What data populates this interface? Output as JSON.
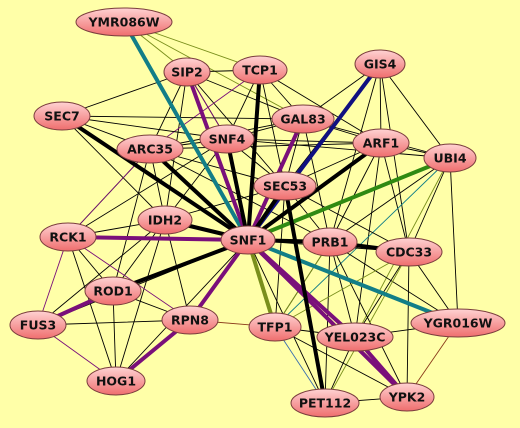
{
  "colors": {
    "background": "#ffffa8",
    "node_fill_light": "#ffd2d2",
    "node_fill_dark": "#ef6e6e",
    "node_stroke": "#7a3d3d",
    "edge_black": "#000000",
    "edge_purple": "#7a0f7a",
    "edge_teal": "#127e87",
    "edge_green": "#2f8a12",
    "edge_olive": "#7a8f1c",
    "edge_navy": "#101080",
    "edge_blue": "#3a6fb0",
    "edge_brown": "#8a3a1a"
  },
  "nodes": [
    {
      "id": "YMR086W",
      "label": "YMR086W"
    },
    {
      "id": "SIP2",
      "label": "SIP2"
    },
    {
      "id": "TCP1",
      "label": "TCP1"
    },
    {
      "id": "GIS4",
      "label": "GIS4"
    },
    {
      "id": "SEC7",
      "label": "SEC7"
    },
    {
      "id": "GAL83",
      "label": "GAL83"
    },
    {
      "id": "SNF4",
      "label": "SNF4"
    },
    {
      "id": "ARF1",
      "label": "ARF1"
    },
    {
      "id": "ARC35",
      "label": "ARC35"
    },
    {
      "id": "UBI4",
      "label": "UBI4"
    },
    {
      "id": "SEC53",
      "label": "SEC53"
    },
    {
      "id": "IDH2",
      "label": "IDH2"
    },
    {
      "id": "RCK1",
      "label": "RCK1"
    },
    {
      "id": "SNF1",
      "label": "SNF1"
    },
    {
      "id": "PRB1",
      "label": "PRB1"
    },
    {
      "id": "CDC33",
      "label": "CDC33"
    },
    {
      "id": "ROD1",
      "label": "ROD1"
    },
    {
      "id": "FUS3",
      "label": "FUS3"
    },
    {
      "id": "RPN8",
      "label": "RPN8"
    },
    {
      "id": "TFP1",
      "label": "TFP1"
    },
    {
      "id": "YEL023C",
      "label": "YEL023C"
    },
    {
      "id": "YGR016W",
      "label": "YGR016W"
    },
    {
      "id": "HOG1",
      "label": "HOG1"
    },
    {
      "id": "PET112",
      "label": "PET112"
    },
    {
      "id": "YPK2",
      "label": "YPK2"
    }
  ],
  "edges": [
    {
      "source": "YMR086W",
      "target": "SNF1",
      "color": "teal",
      "weight": "heavy"
    },
    {
      "source": "YMR086W",
      "target": "SIP2",
      "color": "olive",
      "weight": "light"
    },
    {
      "source": "YMR086W",
      "target": "TCP1",
      "color": "olive",
      "weight": "light"
    },
    {
      "source": "YMR086W",
      "target": "GAL83",
      "color": "olive",
      "weight": "light"
    },
    {
      "source": "SIP2",
      "target": "SNF1",
      "color": "purple",
      "weight": "heavy"
    },
    {
      "source": "SIP2",
      "target": "TCP1",
      "color": "black",
      "weight": "light"
    },
    {
      "source": "SIP2",
      "target": "SNF4",
      "color": "black",
      "weight": "light"
    },
    {
      "source": "SIP2",
      "target": "GAL83",
      "color": "black",
      "weight": "light"
    },
    {
      "source": "SIP2",
      "target": "ARC35",
      "color": "black",
      "weight": "light"
    },
    {
      "source": "SIP2",
      "target": "SEC7",
      "color": "black",
      "weight": "light"
    },
    {
      "source": "SIP2",
      "target": "SEC53",
      "color": "black",
      "weight": "light"
    },
    {
      "source": "SIP2",
      "target": "IDH2",
      "color": "black",
      "weight": "light"
    },
    {
      "source": "SIP2",
      "target": "SNF4",
      "color": "purple",
      "weight": "light"
    },
    {
      "source": "TCP1",
      "target": "SNF1",
      "color": "black",
      "weight": "heavy"
    },
    {
      "source": "TCP1",
      "target": "SNF4",
      "color": "black",
      "weight": "light"
    },
    {
      "source": "TCP1",
      "target": "GAL83",
      "color": "black",
      "weight": "light"
    },
    {
      "source": "TCP1",
      "target": "ARF1",
      "color": "black",
      "weight": "light"
    },
    {
      "source": "TCP1",
      "target": "SEC53",
      "color": "black",
      "weight": "light"
    },
    {
      "source": "TCP1",
      "target": "ARC35",
      "color": "purple",
      "weight": "light"
    },
    {
      "source": "GIS4",
      "target": "SNF1",
      "color": "navy",
      "weight": "heavy"
    },
    {
      "source": "GIS4",
      "target": "GAL83",
      "color": "black",
      "weight": "light"
    },
    {
      "source": "GIS4",
      "target": "ARF1",
      "color": "black",
      "weight": "light"
    },
    {
      "source": "GIS4",
      "target": "UBI4",
      "color": "black",
      "weight": "light"
    },
    {
      "source": "GIS4",
      "target": "PRB1",
      "color": "black",
      "weight": "light"
    },
    {
      "source": "GIS4",
      "target": "SEC53",
      "color": "black",
      "weight": "light"
    },
    {
      "source": "GIS4",
      "target": "CDC33",
      "color": "black",
      "weight": "light"
    },
    {
      "source": "SEC7",
      "target": "SNF1",
      "color": "black",
      "weight": "heavy"
    },
    {
      "source": "SEC7",
      "target": "SNF4",
      "color": "black",
      "weight": "light"
    },
    {
      "source": "SEC7",
      "target": "ARC35",
      "color": "black",
      "weight": "light"
    },
    {
      "source": "SEC7",
      "target": "IDH2",
      "color": "black",
      "weight": "light"
    },
    {
      "source": "SEC7",
      "target": "GAL83",
      "color": "black",
      "weight": "light"
    },
    {
      "source": "GAL83",
      "target": "SNF1",
      "color": "purple",
      "weight": "heavy"
    },
    {
      "source": "GAL83",
      "target": "SNF4",
      "color": "black",
      "weight": "light"
    },
    {
      "source": "GAL83",
      "target": "ARF1",
      "color": "black",
      "weight": "light"
    },
    {
      "source": "GAL83",
      "target": "SEC53",
      "color": "black",
      "weight": "light"
    },
    {
      "source": "GAL83",
      "target": "PRB1",
      "color": "black",
      "weight": "light"
    },
    {
      "source": "GAL83",
      "target": "ARC35",
      "color": "black",
      "weight": "light"
    },
    {
      "source": "GAL83",
      "target": "UBI4",
      "color": "black",
      "weight": "light"
    },
    {
      "source": "SNF4",
      "target": "SNF1",
      "color": "black",
      "weight": "heavy"
    },
    {
      "source": "SNF4",
      "target": "ARC35",
      "color": "black",
      "weight": "light"
    },
    {
      "source": "SNF4",
      "target": "SEC53",
      "color": "black",
      "weight": "light"
    },
    {
      "source": "SNF4",
      "target": "IDH2",
      "color": "black",
      "weight": "light"
    },
    {
      "source": "SNF4",
      "target": "ARF1",
      "color": "black",
      "weight": "light"
    },
    {
      "source": "SNF4",
      "target": "RCK1",
      "color": "black",
      "weight": "light"
    },
    {
      "source": "SNF4",
      "target": "UBI4",
      "color": "black",
      "weight": "light"
    },
    {
      "source": "ARF1",
      "target": "SNF1",
      "color": "black",
      "weight": "heavy"
    },
    {
      "source": "ARF1",
      "target": "UBI4",
      "color": "black",
      "weight": "light"
    },
    {
      "source": "ARF1",
      "target": "SEC53",
      "color": "black",
      "weight": "light"
    },
    {
      "source": "ARF1",
      "target": "PRB1",
      "color": "black",
      "weight": "light"
    },
    {
      "source": "ARF1",
      "target": "CDC33",
      "color": "black",
      "weight": "light"
    },
    {
      "source": "ARF1",
      "target": "ARC35",
      "color": "black",
      "weight": "light"
    },
    {
      "source": "ARF1",
      "target": "YEL023C",
      "color": "black",
      "weight": "light"
    },
    {
      "source": "ARC35",
      "target": "SNF1",
      "color": "black",
      "weight": "heavy"
    },
    {
      "source": "ARC35",
      "target": "IDH2",
      "color": "black",
      "weight": "light"
    },
    {
      "source": "ARC35",
      "target": "SEC53",
      "color": "black",
      "weight": "light"
    },
    {
      "source": "ARC35",
      "target": "RCK1",
      "color": "black",
      "weight": "light"
    },
    {
      "source": "ARC35",
      "target": "PRB1",
      "color": "black",
      "weight": "light"
    },
    {
      "source": "ARC35",
      "target": "ROD1",
      "color": "black",
      "weight": "light"
    },
    {
      "source": "UBI4",
      "target": "SNF1",
      "color": "green",
      "weight": "heavy"
    },
    {
      "source": "UBI4",
      "target": "PRB1",
      "color": "black",
      "weight": "light"
    },
    {
      "source": "UBI4",
      "target": "CDC33",
      "color": "black",
      "weight": "light"
    },
    {
      "source": "UBI4",
      "target": "YEL023C",
      "color": "olive",
      "weight": "light"
    },
    {
      "source": "UBI4",
      "target": "TFP1",
      "color": "teal",
      "weight": "light"
    },
    {
      "source": "UBI4",
      "target": "YGR016W",
      "color": "black",
      "weight": "light"
    },
    {
      "source": "SEC53",
      "target": "SNF1",
      "color": "black",
      "weight": "heavy"
    },
    {
      "source": "SEC53",
      "target": "PRB1",
      "color": "black",
      "weight": "light"
    },
    {
      "source": "SEC53",
      "target": "IDH2",
      "color": "black",
      "weight": "light"
    },
    {
      "source": "SEC53",
      "target": "CDC33",
      "color": "black",
      "weight": "light"
    },
    {
      "source": "SEC53",
      "target": "TFP1",
      "color": "black",
      "weight": "light"
    },
    {
      "source": "SEC53",
      "target": "RPN8",
      "color": "black",
      "weight": "light"
    },
    {
      "source": "IDH2",
      "target": "SNF1",
      "color": "black",
      "weight": "heavy"
    },
    {
      "source": "IDH2",
      "target": "RCK1",
      "color": "black",
      "weight": "light"
    },
    {
      "source": "IDH2",
      "target": "ROD1",
      "color": "black",
      "weight": "light"
    },
    {
      "source": "IDH2",
      "target": "RPN8",
      "color": "black",
      "weight": "light"
    },
    {
      "source": "IDH2",
      "target": "FUS3",
      "color": "black",
      "weight": "light"
    },
    {
      "source": "IDH2",
      "target": "HOG1",
      "color": "black",
      "weight": "light"
    },
    {
      "source": "RCK1",
      "target": "SNF1",
      "color": "purple",
      "weight": "heavy"
    },
    {
      "source": "RCK1",
      "target": "ROD1",
      "color": "black",
      "weight": "light"
    },
    {
      "source": "RCK1",
      "target": "FUS3",
      "color": "purple",
      "weight": "light"
    },
    {
      "source": "RCK1",
      "target": "HOG1",
      "color": "black",
      "weight": "light"
    },
    {
      "source": "RCK1",
      "target": "RPN8",
      "color": "purple",
      "weight": "light"
    },
    {
      "source": "RCK1",
      "target": "ARC35",
      "color": "purple",
      "weight": "light"
    },
    {
      "source": "SNF1",
      "target": "PRB1",
      "color": "black",
      "weight": "heavy"
    },
    {
      "source": "SNF1",
      "target": "CDC33",
      "color": "black",
      "weight": "light"
    },
    {
      "source": "SNF1",
      "target": "ROD1",
      "color": "black",
      "weight": "heavy"
    },
    {
      "source": "SNF1",
      "target": "FUS3",
      "color": "black",
      "weight": "light"
    },
    {
      "source": "SNF1",
      "target": "RPN8",
      "color": "purple",
      "weight": "heavy"
    },
    {
      "source": "SNF1",
      "target": "TFP1",
      "color": "olive",
      "weight": "heavy"
    },
    {
      "source": "SNF1",
      "target": "YEL023C",
      "color": "purple",
      "weight": "heavy"
    },
    {
      "source": "SNF1",
      "target": "YGR016W",
      "color": "teal",
      "weight": "heavy"
    },
    {
      "source": "SNF1",
      "target": "HOG1",
      "color": "black",
      "weight": "light"
    },
    {
      "source": "SNF1",
      "target": "PET112",
      "color": "black",
      "weight": "light"
    },
    {
      "source": "SNF1",
      "target": "YPK2",
      "color": "purple",
      "weight": "heavy"
    },
    {
      "source": "PRB1",
      "target": "CDC33",
      "color": "black",
      "weight": "heavy"
    },
    {
      "source": "PRB1",
      "target": "TFP1",
      "color": "black",
      "weight": "light"
    },
    {
      "source": "PRB1",
      "target": "YEL023C",
      "color": "black",
      "weight": "light"
    },
    {
      "source": "PRB1",
      "target": "YGR016W",
      "color": "black",
      "weight": "light"
    },
    {
      "source": "PRB1",
      "target": "YPK2",
      "color": "black",
      "weight": "light"
    },
    {
      "source": "PRB1",
      "target": "PET112",
      "color": "black",
      "weight": "light"
    },
    {
      "source": "CDC33",
      "target": "YEL023C",
      "color": "black",
      "weight": "light"
    },
    {
      "source": "CDC33",
      "target": "TFP1",
      "color": "olive",
      "weight": "light"
    },
    {
      "source": "CDC33",
      "target": "YGR016W",
      "color": "black",
      "weight": "light"
    },
    {
      "source": "CDC33",
      "target": "YPK2",
      "color": "black",
      "weight": "light"
    },
    {
      "source": "CDC33",
      "target": "PET112",
      "color": "olive",
      "weight": "light"
    },
    {
      "source": "ROD1",
      "target": "RPN8",
      "color": "black",
      "weight": "light"
    },
    {
      "source": "ROD1",
      "target": "FUS3",
      "color": "purple",
      "weight": "heavy"
    },
    {
      "source": "ROD1",
      "target": "HOG1",
      "color": "black",
      "weight": "light"
    },
    {
      "source": "FUS3",
      "target": "HOG1",
      "color": "purple",
      "weight": "light"
    },
    {
      "source": "FUS3",
      "target": "RPN8",
      "color": "black",
      "weight": "light"
    },
    {
      "source": "RPN8",
      "target": "HOG1",
      "color": "purple",
      "weight": "heavy"
    },
    {
      "source": "RPN8",
      "target": "TFP1",
      "color": "brown",
      "weight": "light"
    },
    {
      "source": "TFP1",
      "target": "PET112",
      "color": "blue",
      "weight": "light"
    },
    {
      "source": "TFP1",
      "target": "YEL023C",
      "color": "black",
      "weight": "light"
    },
    {
      "source": "TFP1",
      "target": "YPK2",
      "color": "black",
      "weight": "light"
    },
    {
      "source": "TFP1",
      "target": "PRB1",
      "color": "olive",
      "weight": "light"
    },
    {
      "source": "YEL023C",
      "target": "YPK2",
      "color": "purple",
      "weight": "heavy"
    },
    {
      "source": "YEL023C",
      "target": "YGR016W",
      "color": "black",
      "weight": "light"
    },
    {
      "source": "YEL023C",
      "target": "PET112",
      "color": "black",
      "weight": "light"
    },
    {
      "source": "YGR016W",
      "target": "YPK2",
      "color": "brown",
      "weight": "light"
    },
    {
      "source": "PET112",
      "target": "YPK2",
      "color": "black",
      "weight": "light"
    },
    {
      "source": "SEC53",
      "target": "PET112",
      "color": "black",
      "weight": "heavy"
    }
  ]
}
